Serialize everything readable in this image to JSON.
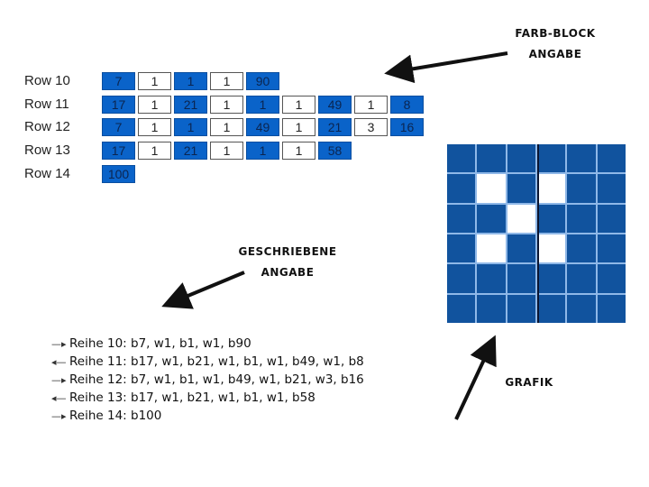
{
  "callouts": {
    "farb_block": [
      "FARB-BLOCK",
      "ANGABE"
    ],
    "geschriebene": [
      "GESCHRIEBENE",
      "ANGABE"
    ],
    "grafik": "GRAFIK"
  },
  "block_rows": [
    {
      "label": "Row 10",
      "blocks": [
        [
          "b",
          "7"
        ],
        [
          "w",
          "1"
        ],
        [
          "b",
          "1"
        ],
        [
          "w",
          "1"
        ],
        [
          "b",
          "90"
        ]
      ]
    },
    {
      "label": "Row 11",
      "blocks": [
        [
          "b",
          "17"
        ],
        [
          "w",
          "1"
        ],
        [
          "b",
          "21"
        ],
        [
          "w",
          "1"
        ],
        [
          "b",
          "1"
        ],
        [
          "w",
          "1"
        ],
        [
          "b",
          "49"
        ],
        [
          "w",
          "1"
        ],
        [
          "b",
          "8"
        ]
      ]
    },
    {
      "label": "Row 12",
      "blocks": [
        [
          "b",
          "7"
        ],
        [
          "w",
          "1"
        ],
        [
          "b",
          "1"
        ],
        [
          "w",
          "1"
        ],
        [
          "b",
          "49"
        ],
        [
          "w",
          "1"
        ],
        [
          "b",
          "21"
        ],
        [
          "w",
          "3"
        ],
        [
          "b",
          "16"
        ]
      ]
    },
    {
      "label": "Row 13",
      "blocks": [
        [
          "b",
          "17"
        ],
        [
          "w",
          "1"
        ],
        [
          "b",
          "21"
        ],
        [
          "w",
          "1"
        ],
        [
          "b",
          "1"
        ],
        [
          "w",
          "1"
        ],
        [
          "b",
          "58"
        ]
      ]
    },
    {
      "label": "Row 14",
      "blocks": [
        [
          "b",
          "100"
        ]
      ]
    }
  ],
  "written": [
    {
      "dir": "right",
      "text": "Reihe 10: b7, w1, b1, w1, b90"
    },
    {
      "dir": "left",
      "text": "Reihe 11: b17, w1, b21, w1, b1, w1, b49, w1, b8"
    },
    {
      "dir": "right",
      "text": "Reihe 12: b7, w1, b1, w1, b49, w1, b21, w3, b16"
    },
    {
      "dir": "left",
      "text": "Reihe 13: b17, w1, b21, w1, b1, w1, b58"
    },
    {
      "dir": "right",
      "text": "Reihe 14: b100"
    }
  ],
  "grafik_grid": [
    "bbbbbb",
    "bwbwbb",
    "bbwbbb",
    "bwbwbb",
    "bbbbbb",
    "bbbbbb"
  ],
  "colors": {
    "blue": "#0a63c9",
    "grid_blue": "#11539e"
  }
}
